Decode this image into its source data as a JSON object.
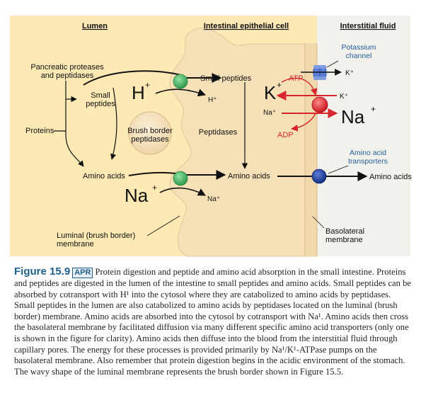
{
  "diagram": {
    "regions": {
      "lumen": "Lumen",
      "cell": "Intestinal epithelial cell",
      "interstitial": "Interstitial fluid"
    },
    "labels": {
      "potassium_channel": "Potassium channel",
      "k_out": "K⁺",
      "pancreatic_proteases": "Pancreatic proteases and peptidases",
      "small_peptides_lumen": "Small peptides",
      "h_ion": "H",
      "plus": "+",
      "small_peptides_cell": "Small peptides",
      "h_cell": "H⁺",
      "atp": "ATP",
      "k_ion": "K",
      "k_in": "K⁺",
      "na_cell": "Na⁺",
      "na_big": "Na",
      "proteins": "Proteins",
      "brush_border_peptidases": "Brush border peptidases",
      "peptidases": "Peptidases",
      "adp": "ADP",
      "amino_acid_transporters": "Amino acid transporters",
      "amino_acids_lumen": "Amino acids",
      "amino_acids_cell": "Amino acids",
      "amino_acids_out": "Amino acids",
      "na_ion": "Na",
      "na_small": "Na⁺",
      "luminal_membrane": "Luminal (brush border) membrane",
      "basolateral_membrane": "Basolateral membrane"
    },
    "colors": {
      "lumen_bg": "#fce9b4",
      "cell_bg": "#f6e0b8",
      "transporter_green": "#4cb86a",
      "pump_red": "#e0303a",
      "channel_blue": "#4a6fd0",
      "aa_transporter": "#1f3f9a",
      "arrow_red": "#d7262e"
    }
  },
  "caption": {
    "figure_label": "Figure 15.9",
    "apr_badge": "APR",
    "text": "Protein digestion and peptide and amino acid absorption in the small intestine. Proteins and peptides are digested in the lumen of the intestine to small peptides and amino acids. Small peptides can be absorbed by cotransport with H¹ into the cytosol where they are catabolized to amino acids by peptidases. Small peptides in the lumen are also catabolized to amino acids by peptidases located on the luminal (brush border) membrane. Amino acids are absorbed into the cytosol by cotransport with Na¹. Amino acids then cross the basolateral membrane by facilitated diffusion via many different specific amino acid transporters (only one is shown in the figure for clarity). Amino acids then diffuse into the blood from the interstitial fluid through capillary pores. The energy for these processes is provided primarily by Na¹/K¹-ATPase pumps on the basolateral membrane. Also remember that protein digestion begins in the acidic environment of the stomach. The wavy shape of the luminal membrane represents the brush border shown in Figure 15.5."
  }
}
